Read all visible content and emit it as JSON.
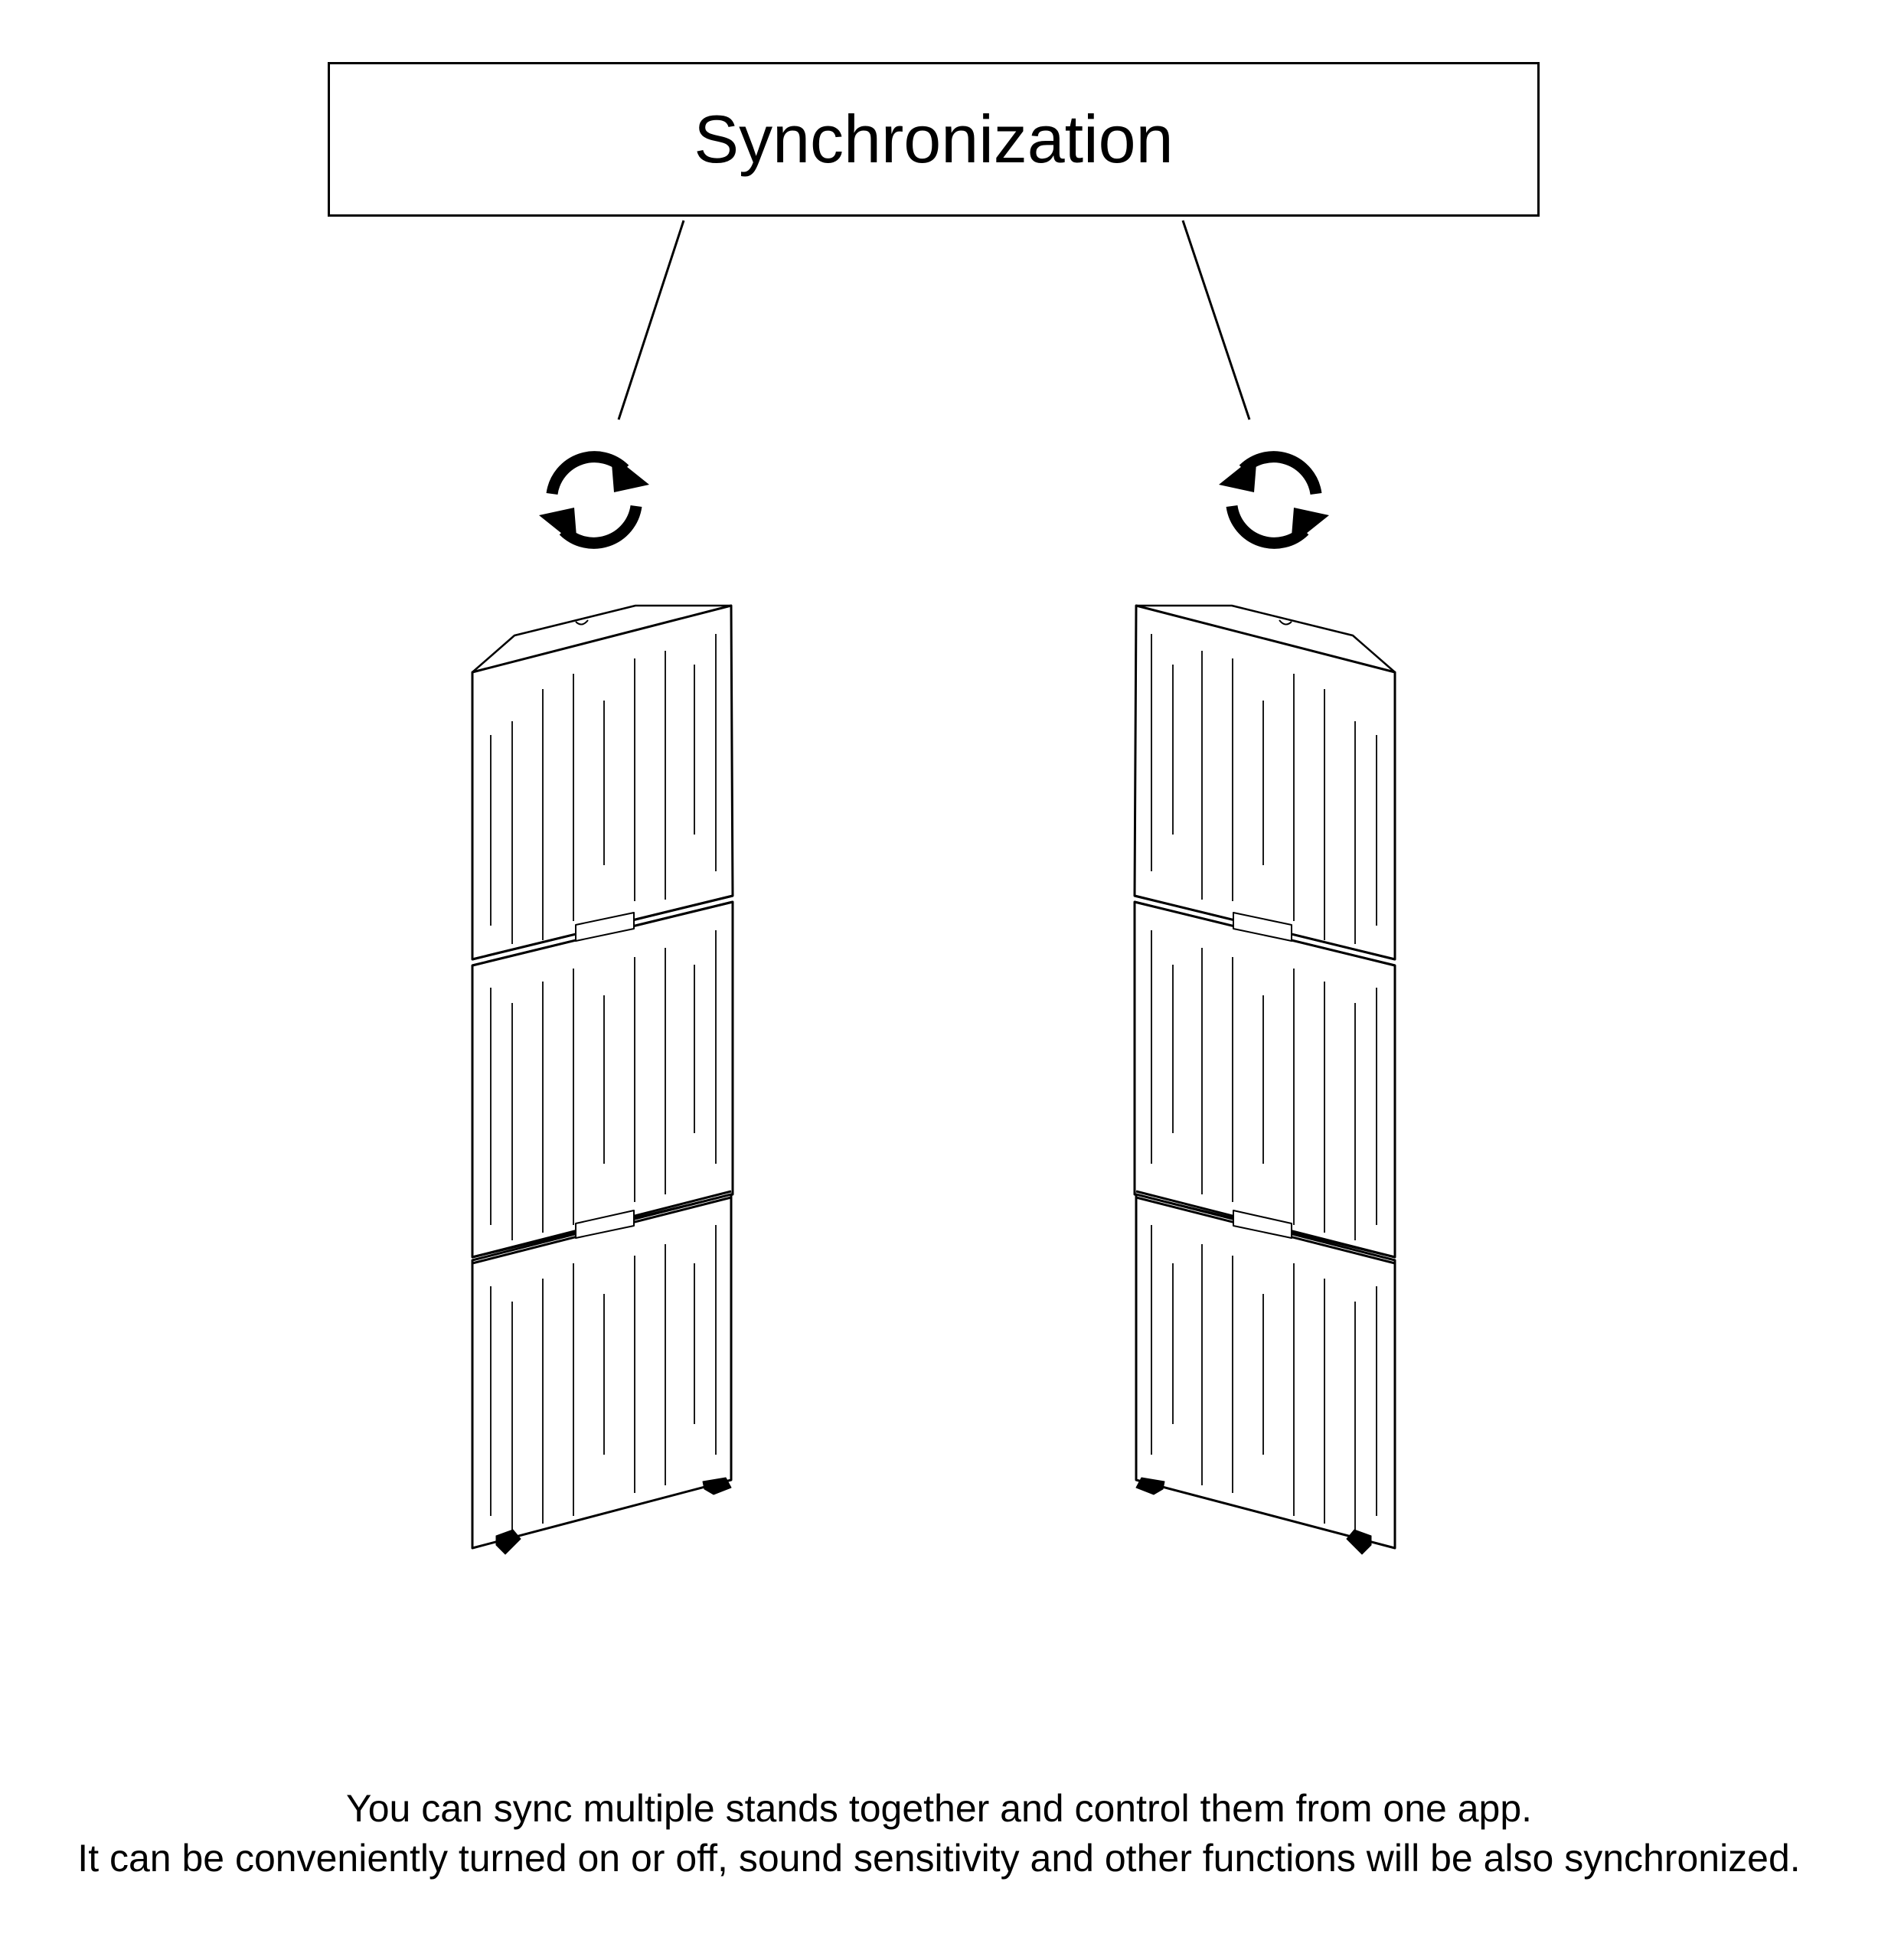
{
  "title": "Synchronization",
  "caption": {
    "line1": "You can sync multiple stands together and control them from one app.",
    "line2": "It can be conveniently turned on or off, sound sensitivity and other functions will be also synchronized."
  },
  "icons": {
    "left": "sync-icon",
    "right": "sync-icon"
  },
  "colors": {
    "stroke": "#000000",
    "background": "#ffffff",
    "connector": "#aaaaaa"
  }
}
